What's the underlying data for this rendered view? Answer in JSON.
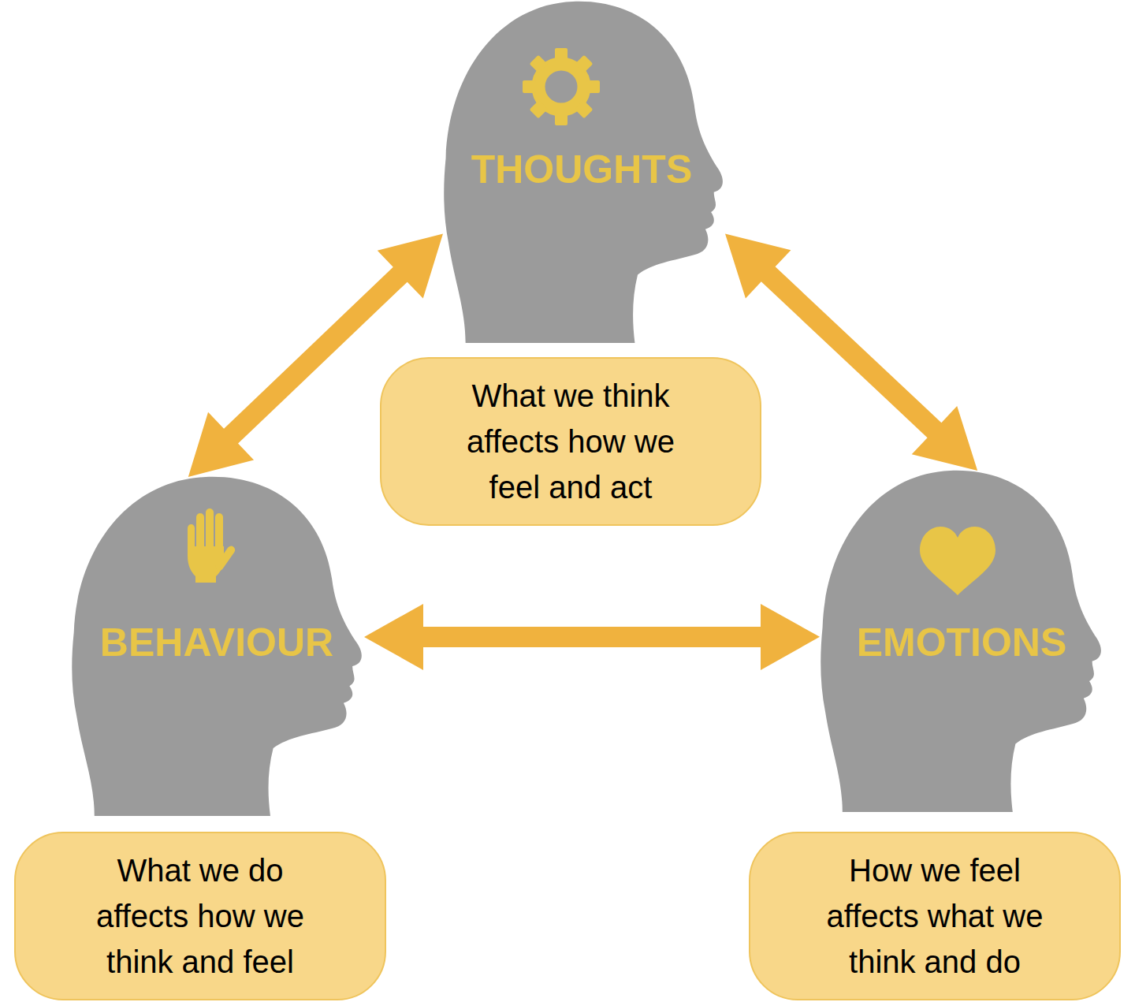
{
  "diagram": {
    "nodes": [
      {
        "text": [
          "THOUGHTS"
        ]
      },
      {
        "text": [
          "What we think affects how we feel and act"
        ]
      },
      {
        "text": [
          "BEHAVIOUR"
        ]
      },
      {
        "text": [
          "EMOTIONS"
        ]
      },
      {
        "text": [
          "What we do affects how we think and feel"
        ]
      },
      {
        "text": [
          "How we feel affects what we think and do"
        ]
      }
    ],
    "edges": [
      {
        "from": 0,
        "to": 2,
        "arrow": "both"
      },
      {
        "from": 0,
        "to": 3,
        "arrow": "both"
      },
      {
        "from": 2,
        "to": 3,
        "arrow": "both"
      }
    ]
  }
}
